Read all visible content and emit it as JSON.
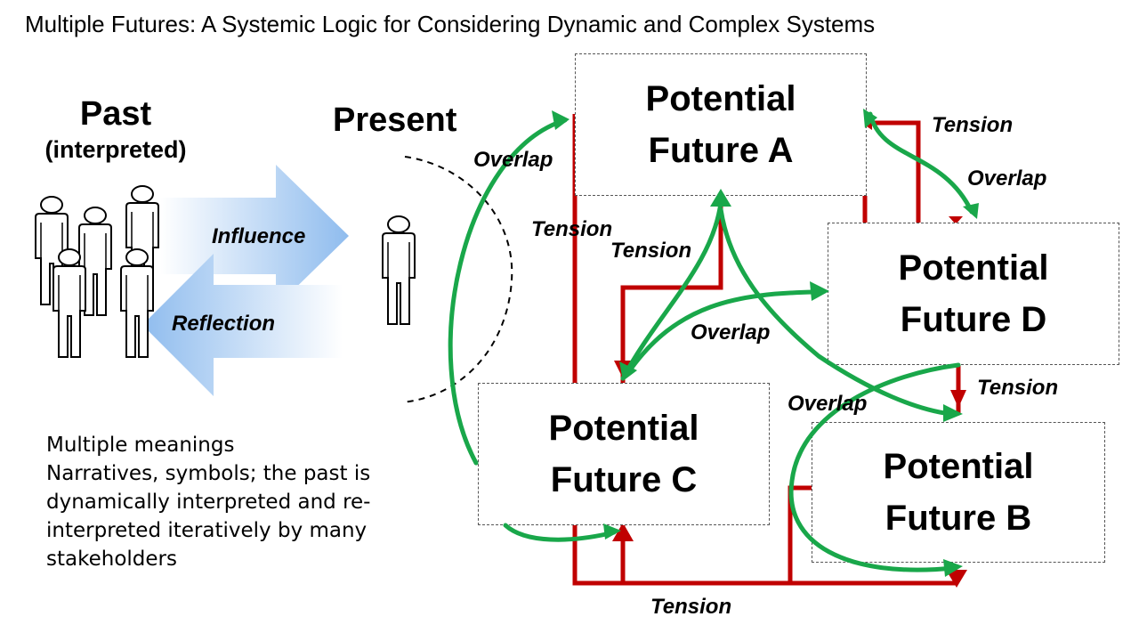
{
  "title": "Multiple Futures: A Systemic Logic for Considering Dynamic and Complex Systems",
  "past": {
    "title": "Past",
    "subtitle": "(interpreted)"
  },
  "present": {
    "title": "Present"
  },
  "arrows": {
    "influence": "Influence",
    "reflection": "Reflection"
  },
  "description": [
    "Multiple meanings",
    "Narratives, symbols; the past is",
    "dynamically interpreted and re-",
    "interpreted iteratively by many",
    "stakeholders"
  ],
  "futures": {
    "a": {
      "line1": "Potential",
      "line2": "Future A"
    },
    "b": {
      "line1": "Potential",
      "line2": "Future B"
    },
    "c": {
      "line1": "Potential",
      "line2": "Future C"
    },
    "d": {
      "line1": "Potential",
      "line2": "Future D"
    }
  },
  "relations": {
    "tension": "Tension",
    "overlap": "Overlap"
  },
  "colors": {
    "tension": "#c00000",
    "overlap": "#19a74a",
    "arrow_blue": "#9dc3f0"
  }
}
